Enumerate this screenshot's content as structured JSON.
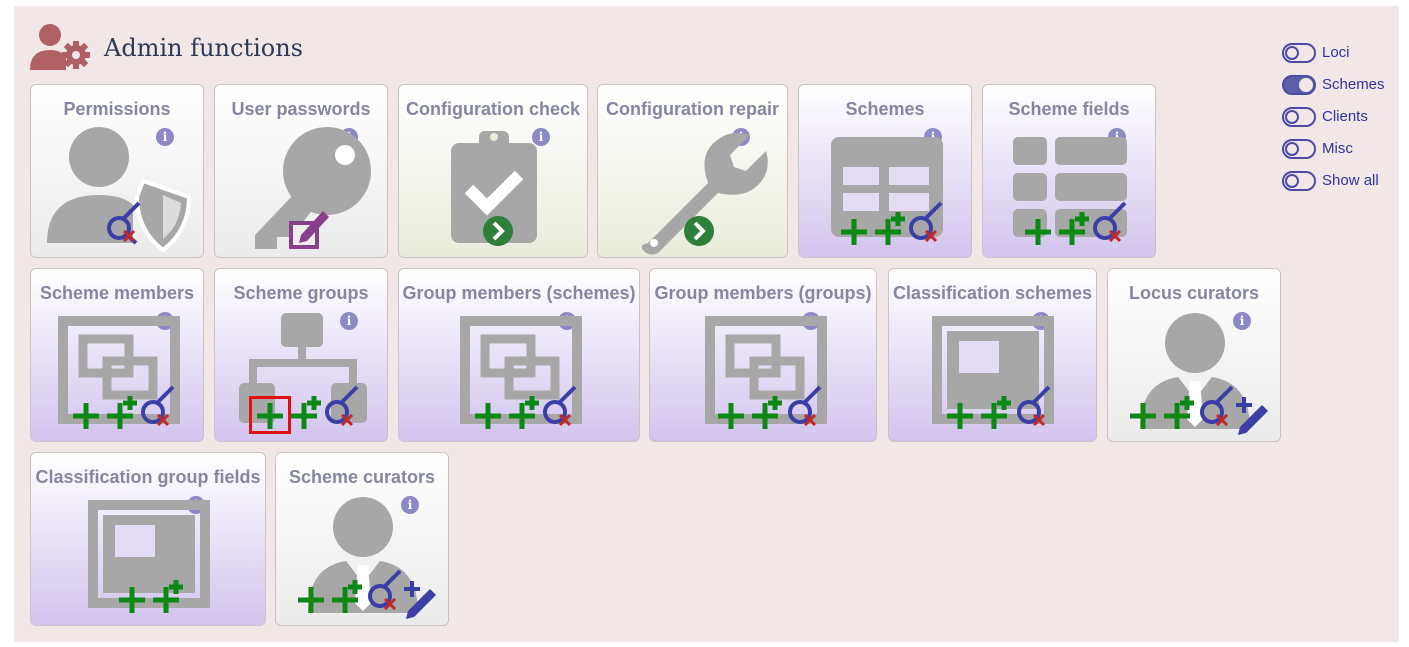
{
  "header": {
    "title": "Admin functions",
    "icon": "admin-users-gear-icon"
  },
  "colors": {
    "title": "#2d3a55",
    "tile_label": "#8587a0",
    "icon_grey": "#a7a7a7",
    "add_green": "#0a8a14",
    "info_purple": "#8b89c6",
    "toggle_blue": "#4a4ca4",
    "highlight_red": "#e01010",
    "panel_bg": "#f1e7e6"
  },
  "tiles": [
    {
      "label": "Permissions",
      "icon": "user-shield-icon"
    },
    {
      "label": "User passwords",
      "icon": "key-icon"
    },
    {
      "label": "Configuration check",
      "icon": "clipboard-check-icon"
    },
    {
      "label": "Configuration repair",
      "icon": "wrench-icon"
    },
    {
      "label": "Schemes",
      "icon": "table-icon"
    },
    {
      "label": "Scheme fields",
      "icon": "list-icon"
    },
    {
      "label": "Scheme members",
      "icon": "object-group-icon"
    },
    {
      "label": "Scheme groups",
      "icon": "sitemap-icon"
    },
    {
      "label": "Group members (schemes)",
      "icon": "object-group-icon"
    },
    {
      "label": "Group members (groups)",
      "icon": "object-group-icon"
    },
    {
      "label": "Classification schemes",
      "icon": "object-ungroup-icon"
    },
    {
      "label": "Locus curators",
      "icon": "user-tie-icon"
    },
    {
      "label": "Classification group fields",
      "icon": "object-ungroup-icon"
    },
    {
      "label": "Scheme curators",
      "icon": "user-tie-icon"
    }
  ],
  "info_label": "i",
  "toggles": [
    {
      "label": "Loci",
      "state": "off"
    },
    {
      "label": "Schemes",
      "state": "on"
    },
    {
      "label": "Clients",
      "state": "off"
    },
    {
      "label": "Misc",
      "state": "off"
    },
    {
      "label": "Show all",
      "state": "off"
    }
  ]
}
